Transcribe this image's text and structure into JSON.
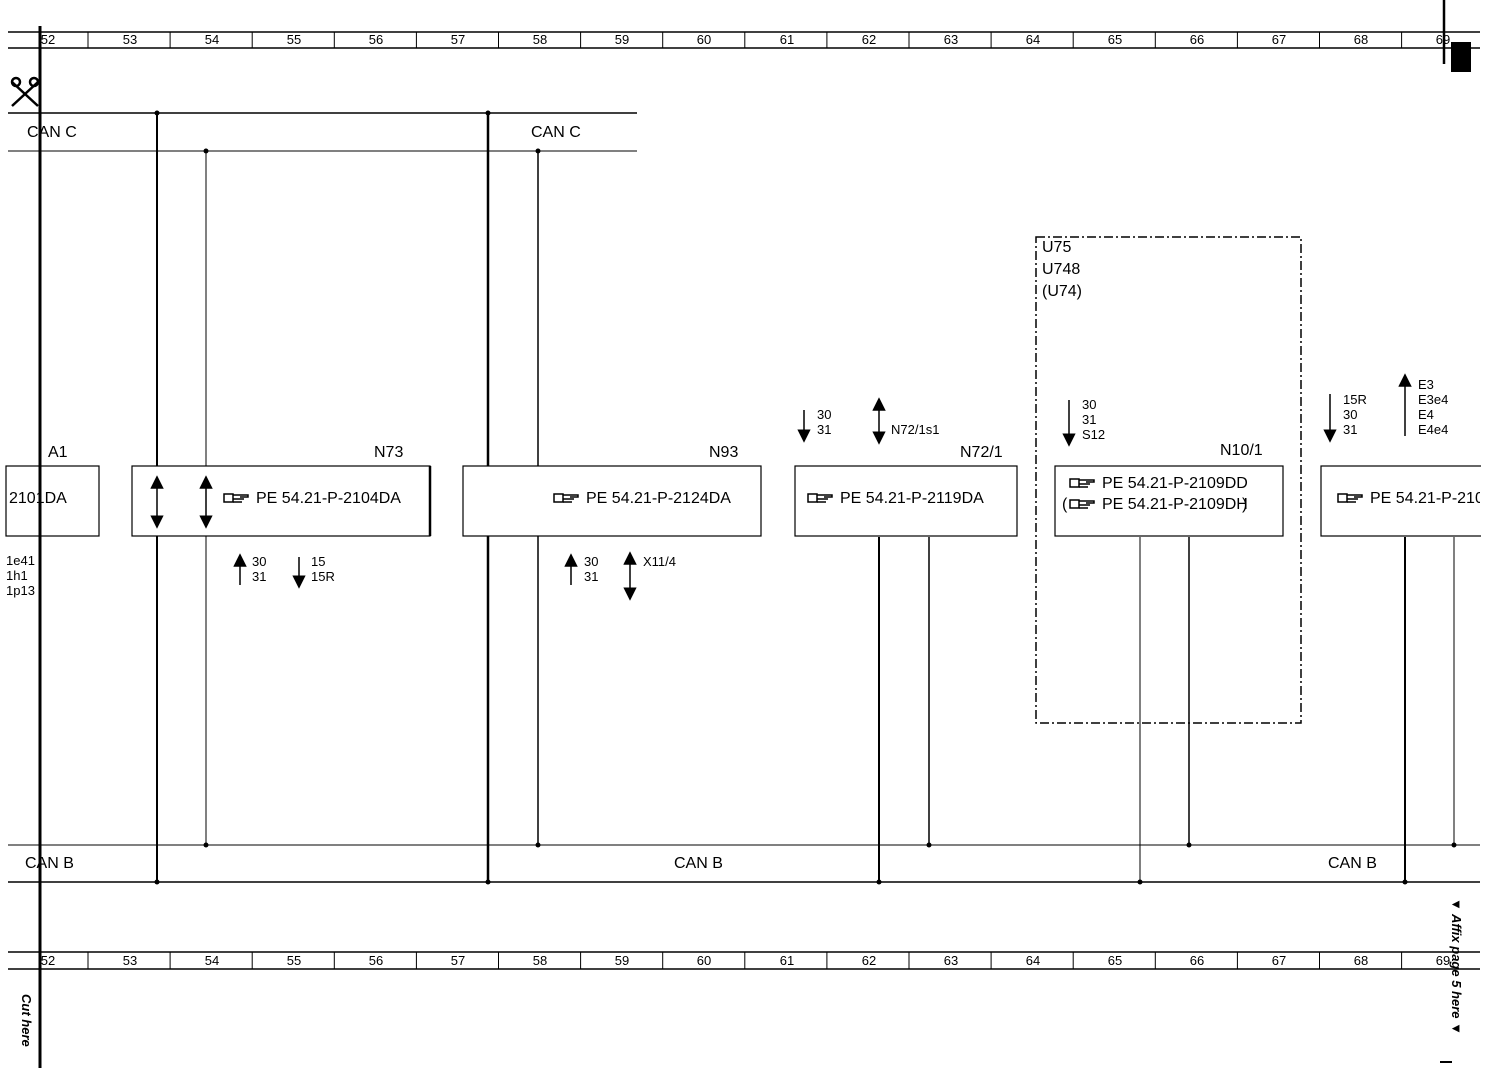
{
  "ruler": {
    "numbers": [
      "52",
      "53",
      "54",
      "55",
      "56",
      "57",
      "58",
      "59",
      "60",
      "61",
      "62",
      "63",
      "64",
      "65",
      "66",
      "67",
      "68",
      "69"
    ]
  },
  "buses": {
    "can_c_left": "CAN C",
    "can_c_right": "CAN C",
    "can_b_left": "CAN B",
    "can_b_mid": "CAN B",
    "can_b_right": "CAN B"
  },
  "components": {
    "a1": {
      "label": "A1",
      "ref": "2101DA",
      "signals": [
        "1e41",
        "1h1",
        "1p13"
      ]
    },
    "n73": {
      "label": "N73",
      "ref": "PE 54.21-P-2104DA",
      "signals_a": [
        "30",
        "31"
      ],
      "signals_b": [
        "15",
        "15R"
      ]
    },
    "n93": {
      "label": "N93",
      "ref": "PE 54.21-P-2124DA",
      "signals_a": [
        "30",
        "31"
      ],
      "signal_b": "X11/4"
    },
    "n72_1": {
      "label": "N72/1",
      "ref": "PE 54.21-P-2119DA",
      "signals_a": [
        "30",
        "31"
      ],
      "signal_b": "N72/1s1"
    },
    "n10_1": {
      "label": "N10/1",
      "ref1": "PE 54.21-P-2109DD",
      "ref2": "PE 54.21-P-2109DH",
      "signals": [
        "30",
        "31",
        "S12"
      ]
    },
    "u_group": {
      "codes": [
        "U75",
        "U748",
        "(U74)"
      ]
    },
    "right": {
      "ref": "PE 54.21-P-210",
      "signals_a": [
        "15R",
        "30",
        "31"
      ],
      "signals_b": [
        "E3",
        "E3e4",
        "E4",
        "E4e4"
      ]
    }
  },
  "side_notes": {
    "cut_here": "Cut here",
    "affix": "▼ Affix page 5 here ▼"
  },
  "icons": {
    "scissors": "scissors-icon",
    "pointer": "pointing-hand-icon"
  }
}
